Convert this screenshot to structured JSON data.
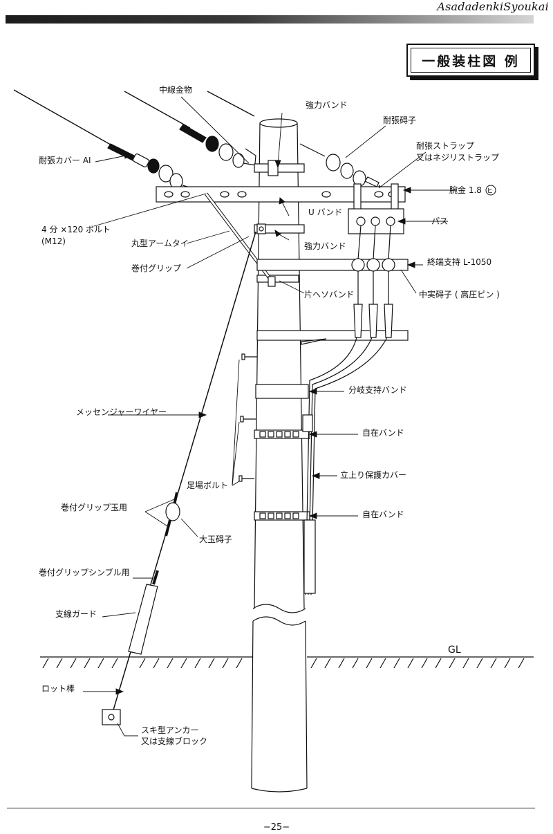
{
  "header": {
    "brand": "AsadadenkiSyoukai"
  },
  "title": "一般装柱図 例",
  "page_number": "−25−",
  "labels": {
    "nakasen_kanamono": "中線金物",
    "kyoryoku_band_top": "強力バンド",
    "taicho_gaishi": "耐張碍子",
    "taicho_strap": "耐張ストラップ",
    "matawa_nejiri": "又はネジリストラップ",
    "taicho_cover": "耐張カバー AI",
    "udegane": "腕金 1.8",
    "udegane_mark": "ヒ",
    "u_band": "U バンド",
    "bolt_1": "4 分 ×120 ボルト",
    "bolt_2": "(M12)",
    "pas": "パス",
    "maru_arm_tie": "丸型アームタイ",
    "kyoryoku_band_2": "強力バンド",
    "makitsuke_grip": "巻付グリップ",
    "shutan_shiji": "終端支持 L-1050",
    "kata_hezo_band": "片ヘソバンド",
    "chujitsu_gaishi": "中実碍子 ( 高圧ピン )",
    "bunki_band": "分岐支持バンド",
    "messenger": "メッセンジャーワイヤー",
    "jizai_band_1": "自在バンド",
    "tachiagari_cover": "立上り保護カバー",
    "ashiba_bolt": "足場ボルト",
    "makitsuke_tama": "巻付グリップ玉用",
    "jizai_band_2": "自在バンド",
    "otama_gaishi": "大玉碍子",
    "makitsuke_thimble": "巻付グリップシンブル用",
    "shisen_guard": "支線ガード",
    "gl": "GL",
    "rod_bar": "ロット棒",
    "anchor_1": "スキ型アンカー",
    "anchor_2": "又は支線ブロック"
  }
}
